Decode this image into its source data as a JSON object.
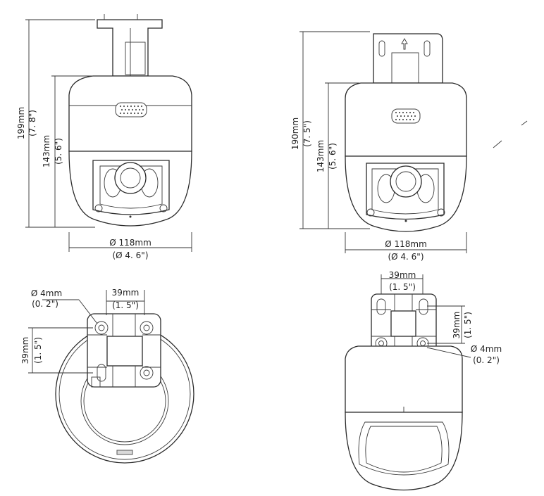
{
  "views": {
    "front": {
      "height_total": "199mm",
      "height_total_in": "(7. 8\")",
      "height_body": "143mm",
      "height_body_in": "(5. 6\")",
      "diameter": "Ø 118mm",
      "diameter_in": "(Ø 4. 6\")"
    },
    "side": {
      "height_total": "190mm",
      "height_total_in": "(7. 5\")",
      "height_body": "143mm",
      "height_body_in": "(5. 6\")",
      "diameter": "Ø 118mm",
      "diameter_in": "(Ø 4. 6\")"
    },
    "top": {
      "hole": "Ø 4mm",
      "hole_in": "(0. 2\")",
      "width": "39mm",
      "width_in": "(1. 5\")",
      "height": "39mm",
      "height_in": "(1. 5\")"
    },
    "back": {
      "width": "39mm",
      "width_in": "(1. 5\")",
      "height": "39mm",
      "height_in": "(1. 5\")",
      "hole": "Ø 4mm",
      "hole_in": "(0. 2\")"
    }
  }
}
